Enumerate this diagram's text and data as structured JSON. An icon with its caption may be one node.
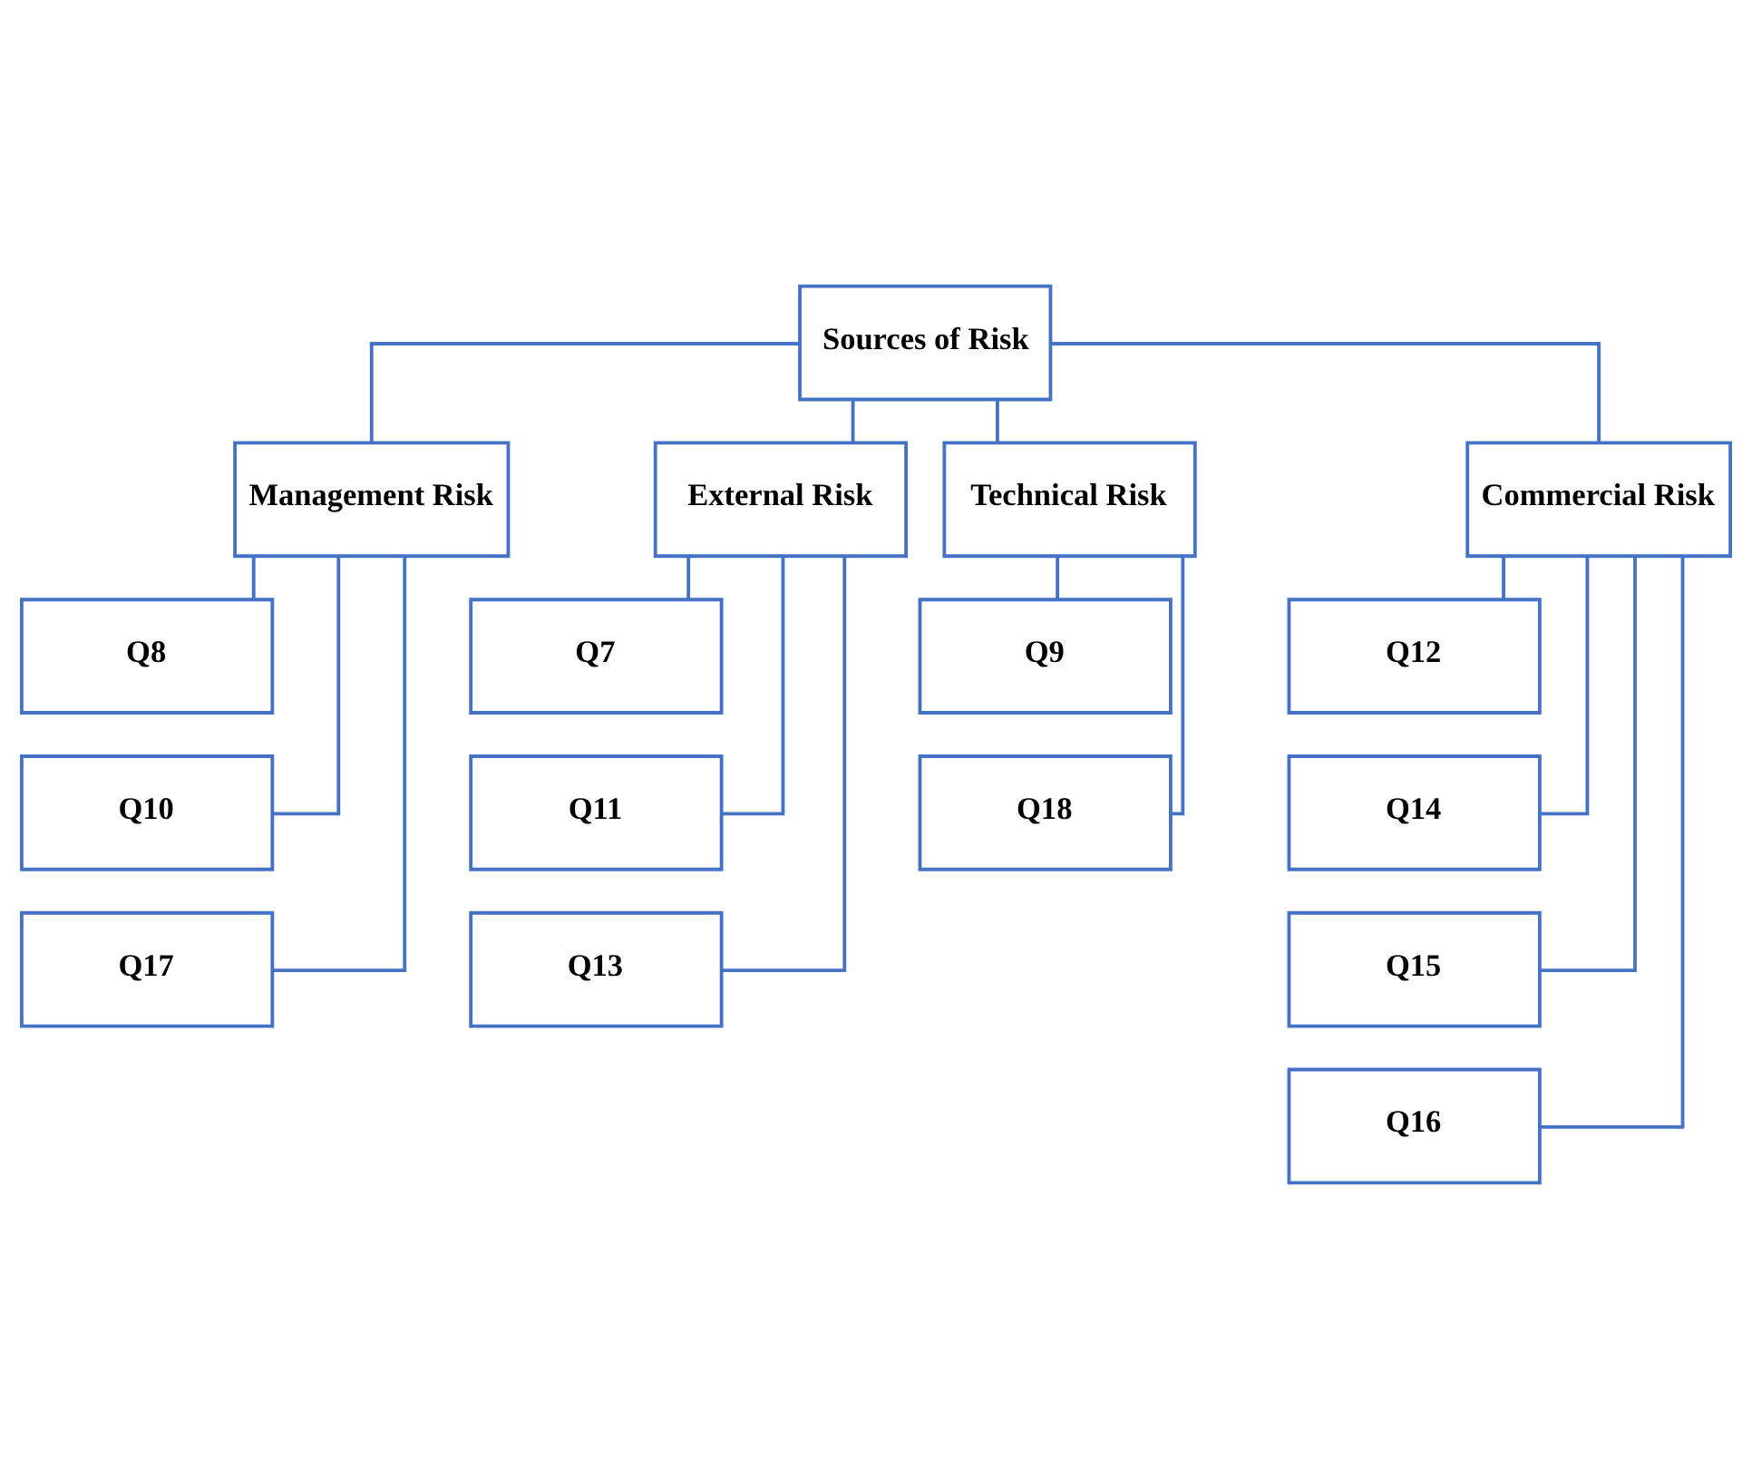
{
  "diagram": {
    "nodes": [
      {
        "text": [
          "Sources of Risk"
        ]
      },
      {
        "text": [
          "Management Risk"
        ]
      },
      {
        "text": [
          "External Risk"
        ]
      },
      {
        "text": [
          "Technical Risk"
        ]
      },
      {
        "text": [
          "Commercial Risk"
        ]
      },
      {
        "text": [
          "Q8"
        ]
      },
      {
        "text": [
          "Q10"
        ]
      },
      {
        "text": [
          "Q17"
        ]
      },
      {
        "text": [
          "Q7"
        ]
      },
      {
        "text": [
          "Q11"
        ]
      },
      {
        "text": [
          "Q13"
        ]
      },
      {
        "text": [
          "Q9"
        ]
      },
      {
        "text": [
          "Q18"
        ]
      },
      {
        "text": [
          "Q12"
        ]
      },
      {
        "text": [
          "Q14"
        ]
      },
      {
        "text": [
          "Q15"
        ]
      },
      {
        "text": [
          "Q16"
        ]
      }
    ],
    "edges": [
      {
        "from": 0,
        "to": 1,
        "arrow": "none"
      },
      {
        "from": 0,
        "to": 2,
        "arrow": "none"
      },
      {
        "from": 0,
        "to": 3,
        "arrow": "none"
      },
      {
        "from": 0,
        "to": 4,
        "arrow": "none"
      },
      {
        "from": 1,
        "to": 5,
        "arrow": "none"
      },
      {
        "from": 1,
        "to": 6,
        "arrow": "none"
      },
      {
        "from": 1,
        "to": 7,
        "arrow": "none"
      },
      {
        "from": 2,
        "to": 8,
        "arrow": "none"
      },
      {
        "from": 2,
        "to": 9,
        "arrow": "none"
      },
      {
        "from": 2,
        "to": 10,
        "arrow": "none"
      },
      {
        "from": 3,
        "to": 11,
        "arrow": "none"
      },
      {
        "from": 3,
        "to": 12,
        "arrow": "none"
      },
      {
        "from": 4,
        "to": 13,
        "arrow": "none"
      },
      {
        "from": 4,
        "to": 14,
        "arrow": "none"
      },
      {
        "from": 4,
        "to": 15,
        "arrow": "none"
      },
      {
        "from": 4,
        "to": 16,
        "arrow": "none"
      }
    ]
  }
}
